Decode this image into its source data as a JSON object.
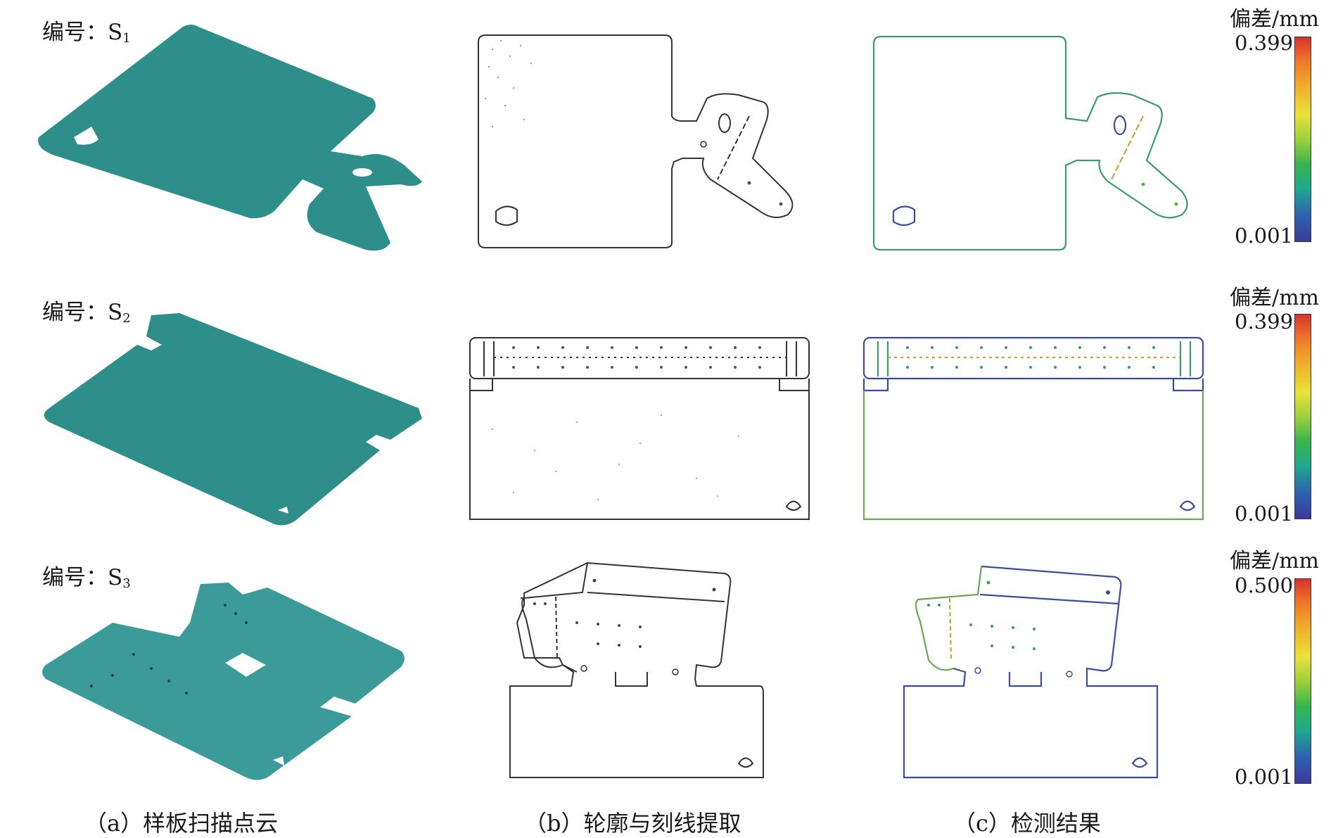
{
  "rows": [
    {
      "label_prefix": "编号：S",
      "label_sub": "1"
    },
    {
      "label_prefix": "编号：S",
      "label_sub": "2"
    },
    {
      "label_prefix": "编号：S",
      "label_sub": "3"
    }
  ],
  "captions": {
    "a": "（a）样板扫描点云",
    "b": "（b）轮廓与刻线提取",
    "c": "（c）检测结果"
  },
  "scales": [
    {
      "title": "偏差/mm",
      "max": "0.399",
      "min": "0.001"
    },
    {
      "title": "偏差/mm",
      "max": "0.399",
      "min": "0.001"
    },
    {
      "title": "偏差/mm",
      "max": "0.500",
      "min": "0.001"
    }
  ],
  "colors": {
    "point_cloud": "#2e8f8a",
    "contour": "#333333",
    "scale_high": "#d8322b",
    "scale_low": "#3b3c9a"
  }
}
